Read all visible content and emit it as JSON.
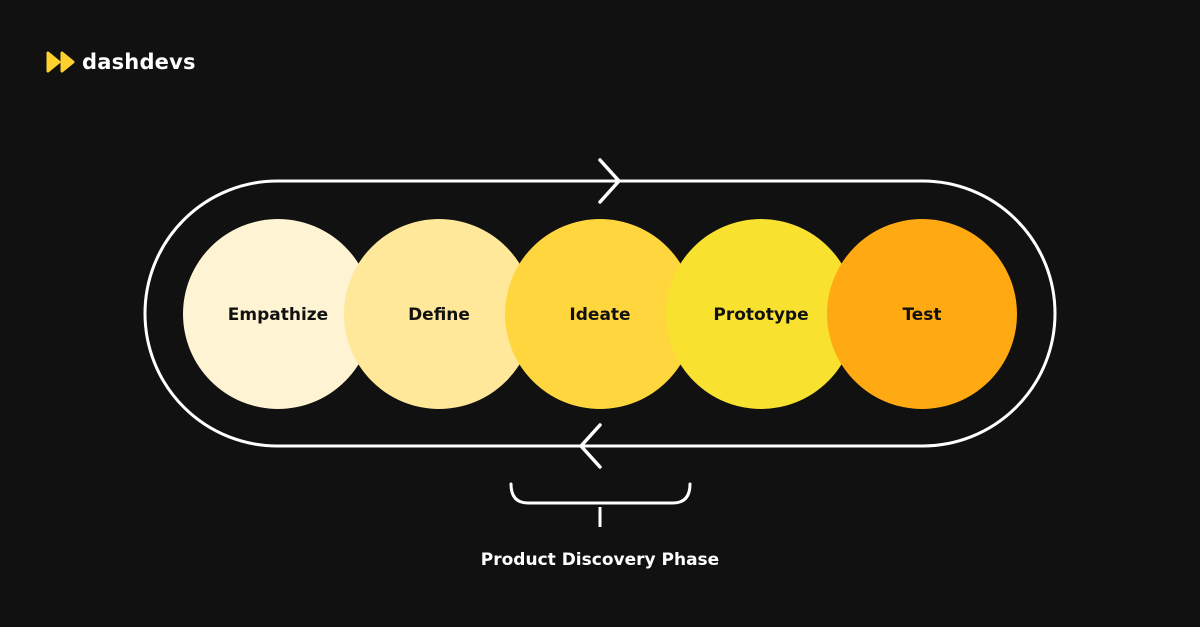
{
  "brand": {
    "name": "dashdevs",
    "icon": "double-play-icon",
    "accent_color": "#FFD12E"
  },
  "stages": [
    {
      "label": "Empathize",
      "color": "#FEF4D3"
    },
    {
      "label": "Define",
      "color": "#FFE89A"
    },
    {
      "label": "Ideate",
      "color": "#FFD63E"
    },
    {
      "label": "Prototype",
      "color": "#F8E12F"
    },
    {
      "label": "Test",
      "color": "#FFAA12"
    }
  ],
  "phase": {
    "label": "Product Discovery Phase"
  }
}
